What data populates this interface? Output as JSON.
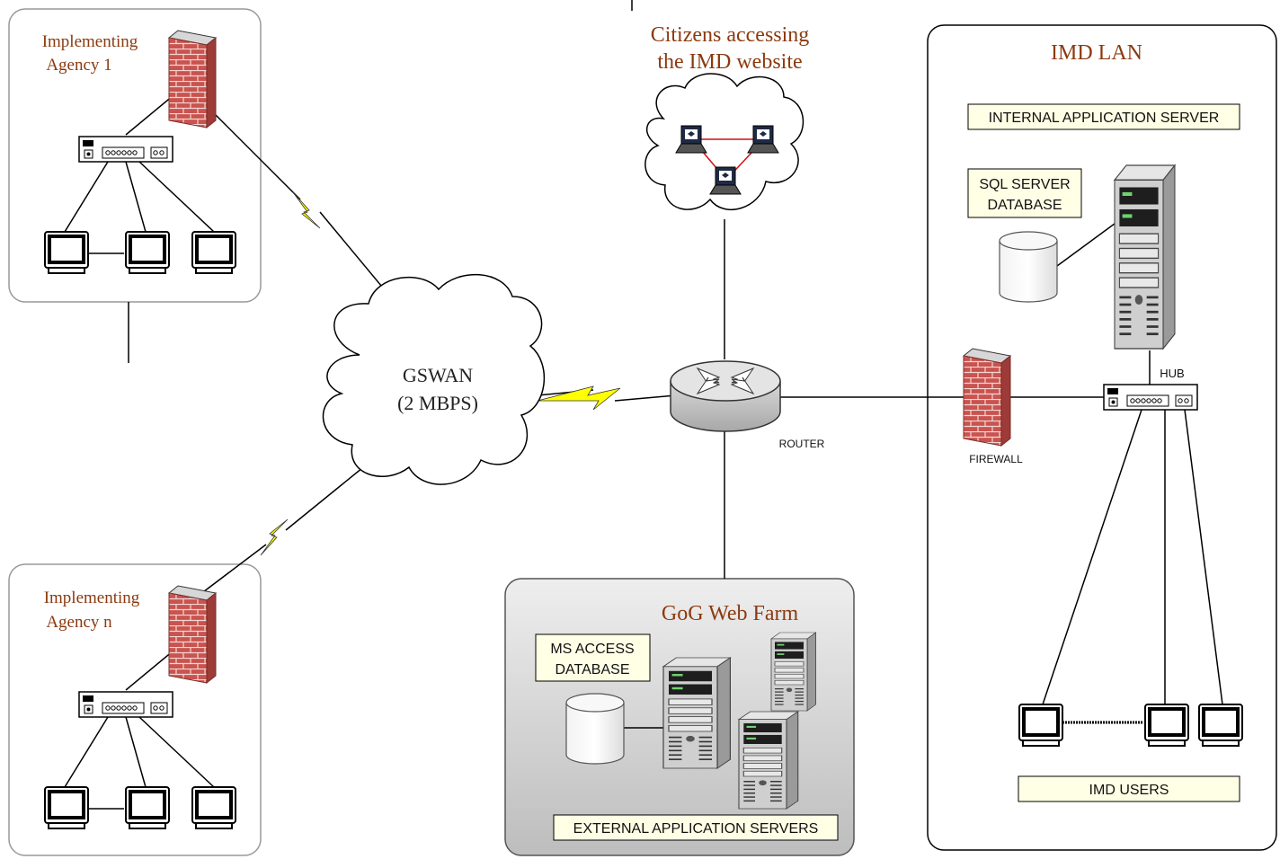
{
  "agency1": {
    "title_line1": "Implementing",
    "title_line2": "Agency 1"
  },
  "agencyn": {
    "title_line1": "Implementing",
    "title_line2": "Agency n"
  },
  "citizens": {
    "title_line1": "Citizens accessing",
    "title_line2": "the IMD website"
  },
  "gswan": {
    "line1": "GSWAN",
    "line2": "(2 MBPS)"
  },
  "router": {
    "label": "ROUTER"
  },
  "firewall": {
    "label": "FIREWALL"
  },
  "hub": {
    "label": "HUB"
  },
  "imd_lan": {
    "title": "IMD LAN",
    "internal_server_label": "INTERNAL APPLICATION SERVER",
    "sql_db_line1": "SQL SERVER",
    "sql_db_line2": "DATABASE",
    "users_label": "IMD USERS"
  },
  "web_farm": {
    "title": "GoG Web Farm",
    "ms_db_line1": "MS ACCESS",
    "ms_db_line2": "DATABASE",
    "external_servers_label": "EXTERNAL APPLICATION SERVERS"
  },
  "colors": {
    "title_text": "#8B3A0F",
    "label_box_fill": "#FFFFE6",
    "brick": "#C0504D",
    "lightning": "#FFFF00"
  }
}
